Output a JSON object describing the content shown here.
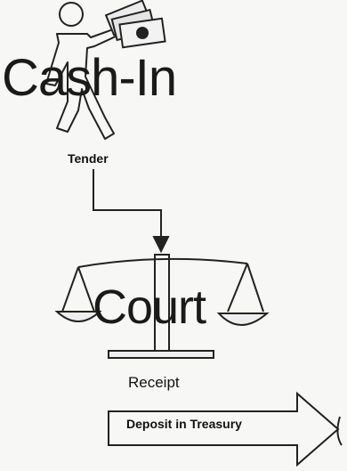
{
  "cash_in": {
    "title": "Cash-In",
    "label": "Tender"
  },
  "court": {
    "title": "Court",
    "label": "Receipt"
  },
  "deposit": {
    "label": "Deposit in Treasury"
  },
  "icons": [
    "stick-figure-icon",
    "money-bills-icon",
    "balance-scale-icon",
    "right-arrow-icon"
  ]
}
